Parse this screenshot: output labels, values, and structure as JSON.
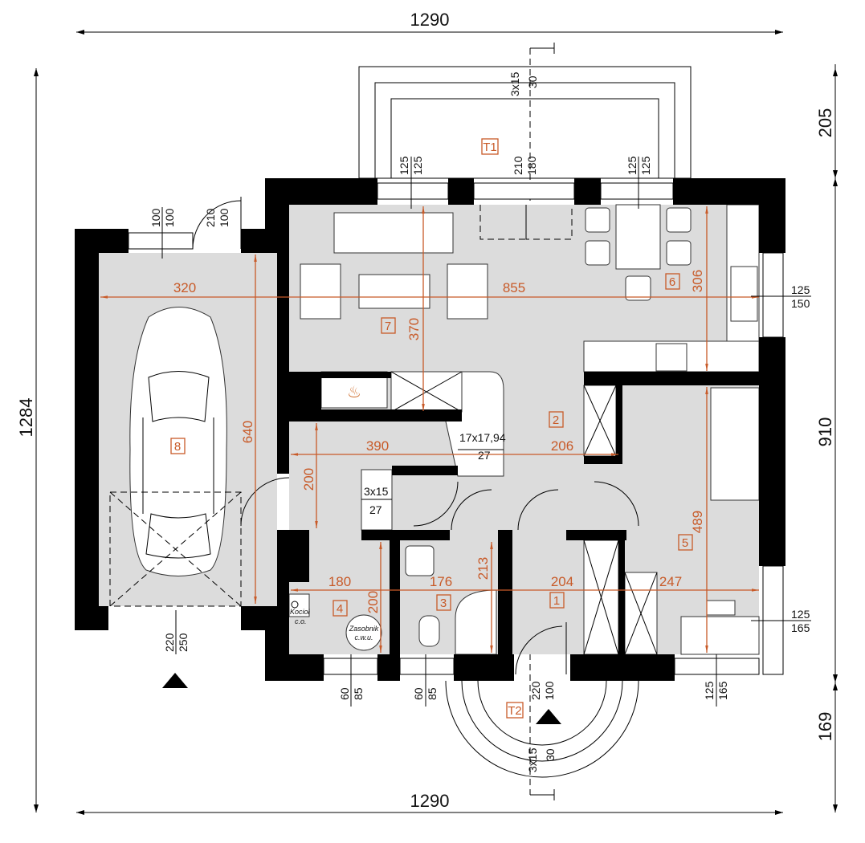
{
  "overall_dimensions": {
    "top_width": "1290",
    "bottom_width": "1290",
    "left_height": "1284",
    "right_segments": [
      "205",
      "910",
      "169"
    ]
  },
  "rooms": [
    {
      "id": "1"
    },
    {
      "id": "2"
    },
    {
      "id": "3"
    },
    {
      "id": "4"
    },
    {
      "id": "5"
    },
    {
      "id": "6"
    },
    {
      "id": "7"
    },
    {
      "id": "8"
    },
    {
      "id": "T1"
    },
    {
      "id": "T2"
    }
  ],
  "room_dimensions": {
    "garage_width": "320",
    "garage_length": "640",
    "living_width": "855",
    "living_depth": "370",
    "kitchen_depth": "306",
    "hall_width": "390",
    "hall_width_2": "206",
    "hall_depth": "200",
    "room5_depth": "489",
    "room5_width": "247",
    "room4_width": "180",
    "room4_depth": "200",
    "room3_width": "176",
    "room3_depth": "213",
    "room1_width": "204"
  },
  "openings": {
    "terrace_top_step": "3x15",
    "terrace_top_rise": "30",
    "win_top_left": [
      "125",
      "125"
    ],
    "door_top_center": [
      "210",
      "180"
    ],
    "win_top_right": [
      "125",
      "125"
    ],
    "win_garage": [
      "100",
      "100"
    ],
    "door_garage_side": [
      "210",
      "100"
    ],
    "win_kitchen": [
      "125",
      "150"
    ],
    "win_room5": [
      "125",
      "165"
    ],
    "garage_gate": [
      "220",
      "250"
    ],
    "win_room4": [
      "60",
      "85"
    ],
    "win_room3": [
      "60",
      "85"
    ],
    "entrance_door": [
      "220",
      "100"
    ],
    "win_room5_bottom": [
      "125",
      "165"
    ],
    "terrace_bottom_step": "3x15",
    "terrace_bottom_rise": "30"
  },
  "stairs": {
    "main_steps": "17x17,94",
    "main_tread": "27",
    "small_steps": "3x15",
    "small_tread": "27"
  },
  "fixtures": {
    "boiler": "Kocioł",
    "boiler_sub": "c.o.",
    "tank": "Zasobnik",
    "tank_sub": "c.w.u."
  },
  "colors": {
    "dimension": "#c85a28",
    "floor": "#dcdcdc",
    "wall": "#000000"
  }
}
